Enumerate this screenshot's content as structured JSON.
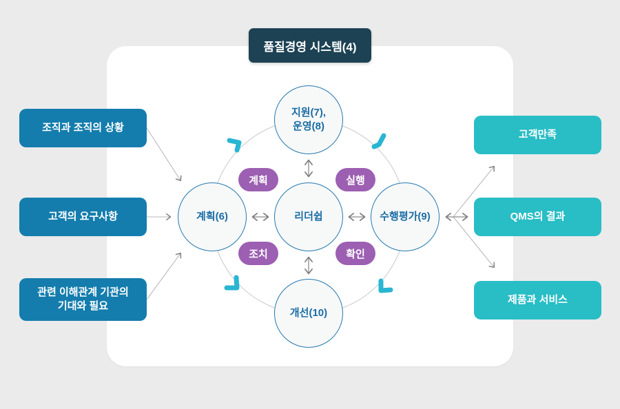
{
  "title": "품질경영 시스템(4)",
  "left_boxes": [
    "조직과 조직의 상황",
    "고객의 요구사항",
    "관련 이해관계 기관의\n기대와 필요"
  ],
  "right_boxes": [
    "고객만족",
    "QMS의 결과",
    "제품과 서비스"
  ],
  "circles": {
    "top_line1": "지원(7),",
    "top_line2": "운영(8)",
    "left": "계획(6)",
    "center": "리더쉽",
    "right": "수행평가(9)",
    "bottom": "개선(10)"
  },
  "pdca": {
    "plan": "계획",
    "do": "실행",
    "act": "조치",
    "check": "확인"
  },
  "colors": {
    "header_bg": "#1c4254",
    "left_box_bg": "#147dad",
    "right_box_bg": "#29bdc5",
    "pill_bg": "#9c5fb2",
    "circle_border": "#2379ae",
    "circle_text": "#1a6da5",
    "connector_gray": "#b9b9b9",
    "arrowhead_gray": "#7f7f7f",
    "cycle_arrow_cyan": "#29b6d3",
    "page_bg": "#ebebeb",
    "panel_bg": "#ffffff"
  }
}
